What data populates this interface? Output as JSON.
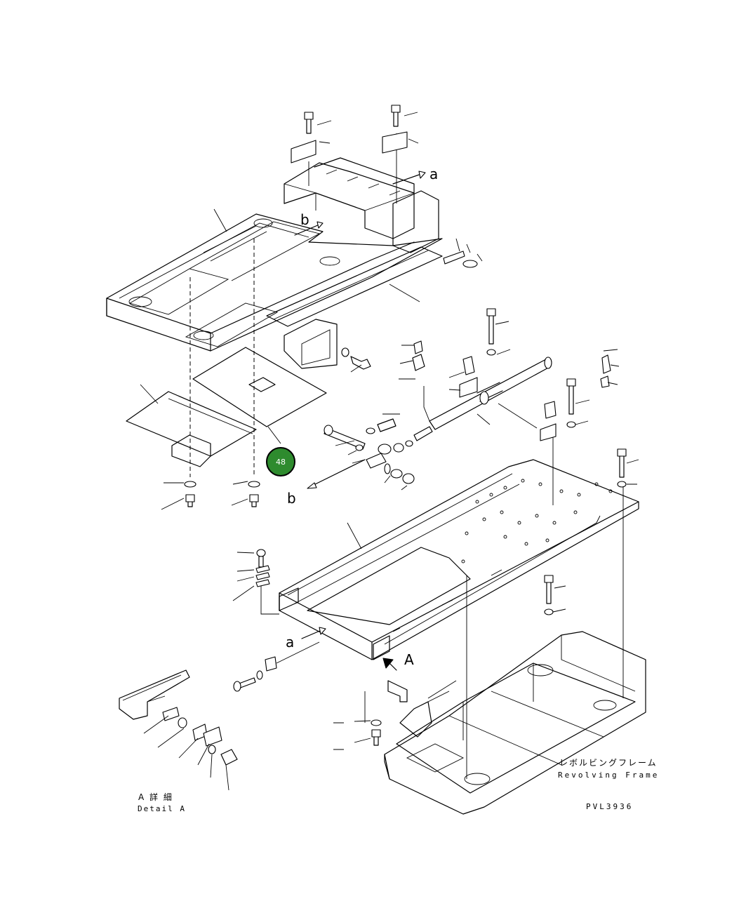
{
  "labels": {
    "a_top": "a",
    "b_top": "b",
    "b_bottom": "b",
    "a_bottom": "a",
    "A_view": "A"
  },
  "callout": {
    "number": "48",
    "color": "#2e8b2e"
  },
  "frame_label": {
    "japanese": "レボルビングフレーム",
    "english": "Revolving Frame"
  },
  "detail_label": {
    "japanese": "A 詳 細",
    "english": "Detail A"
  },
  "drawing_code": "PVL3936"
}
